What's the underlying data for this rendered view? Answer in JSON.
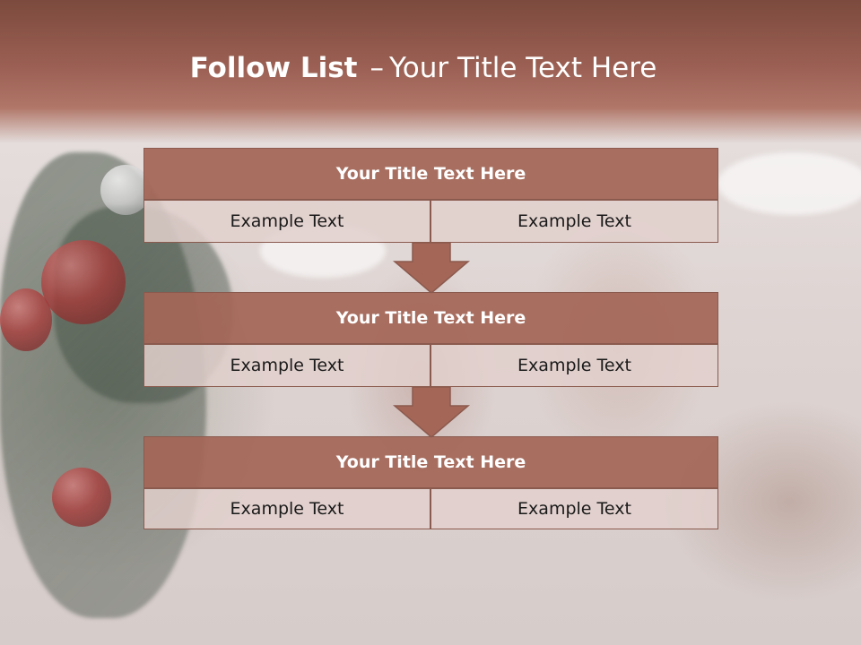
{
  "title": {
    "bold": "Follow List",
    "separator": "–",
    "rest": "Your Title Text Here"
  },
  "steps": [
    {
      "heading": "Your Title Text Here",
      "left": "Example Text",
      "right": "Example Text"
    },
    {
      "heading": "Your Title Text Here",
      "left": "Example Text",
      "right": "Example Text"
    },
    {
      "heading": "Your Title Text Here",
      "left": "Example Text",
      "right": "Example Text"
    }
  ],
  "colors": {
    "header": "#9a5f52",
    "box_fill": "#a46657",
    "cell_fill": "#e2d0cd",
    "arrow_fill": "#a46657"
  }
}
